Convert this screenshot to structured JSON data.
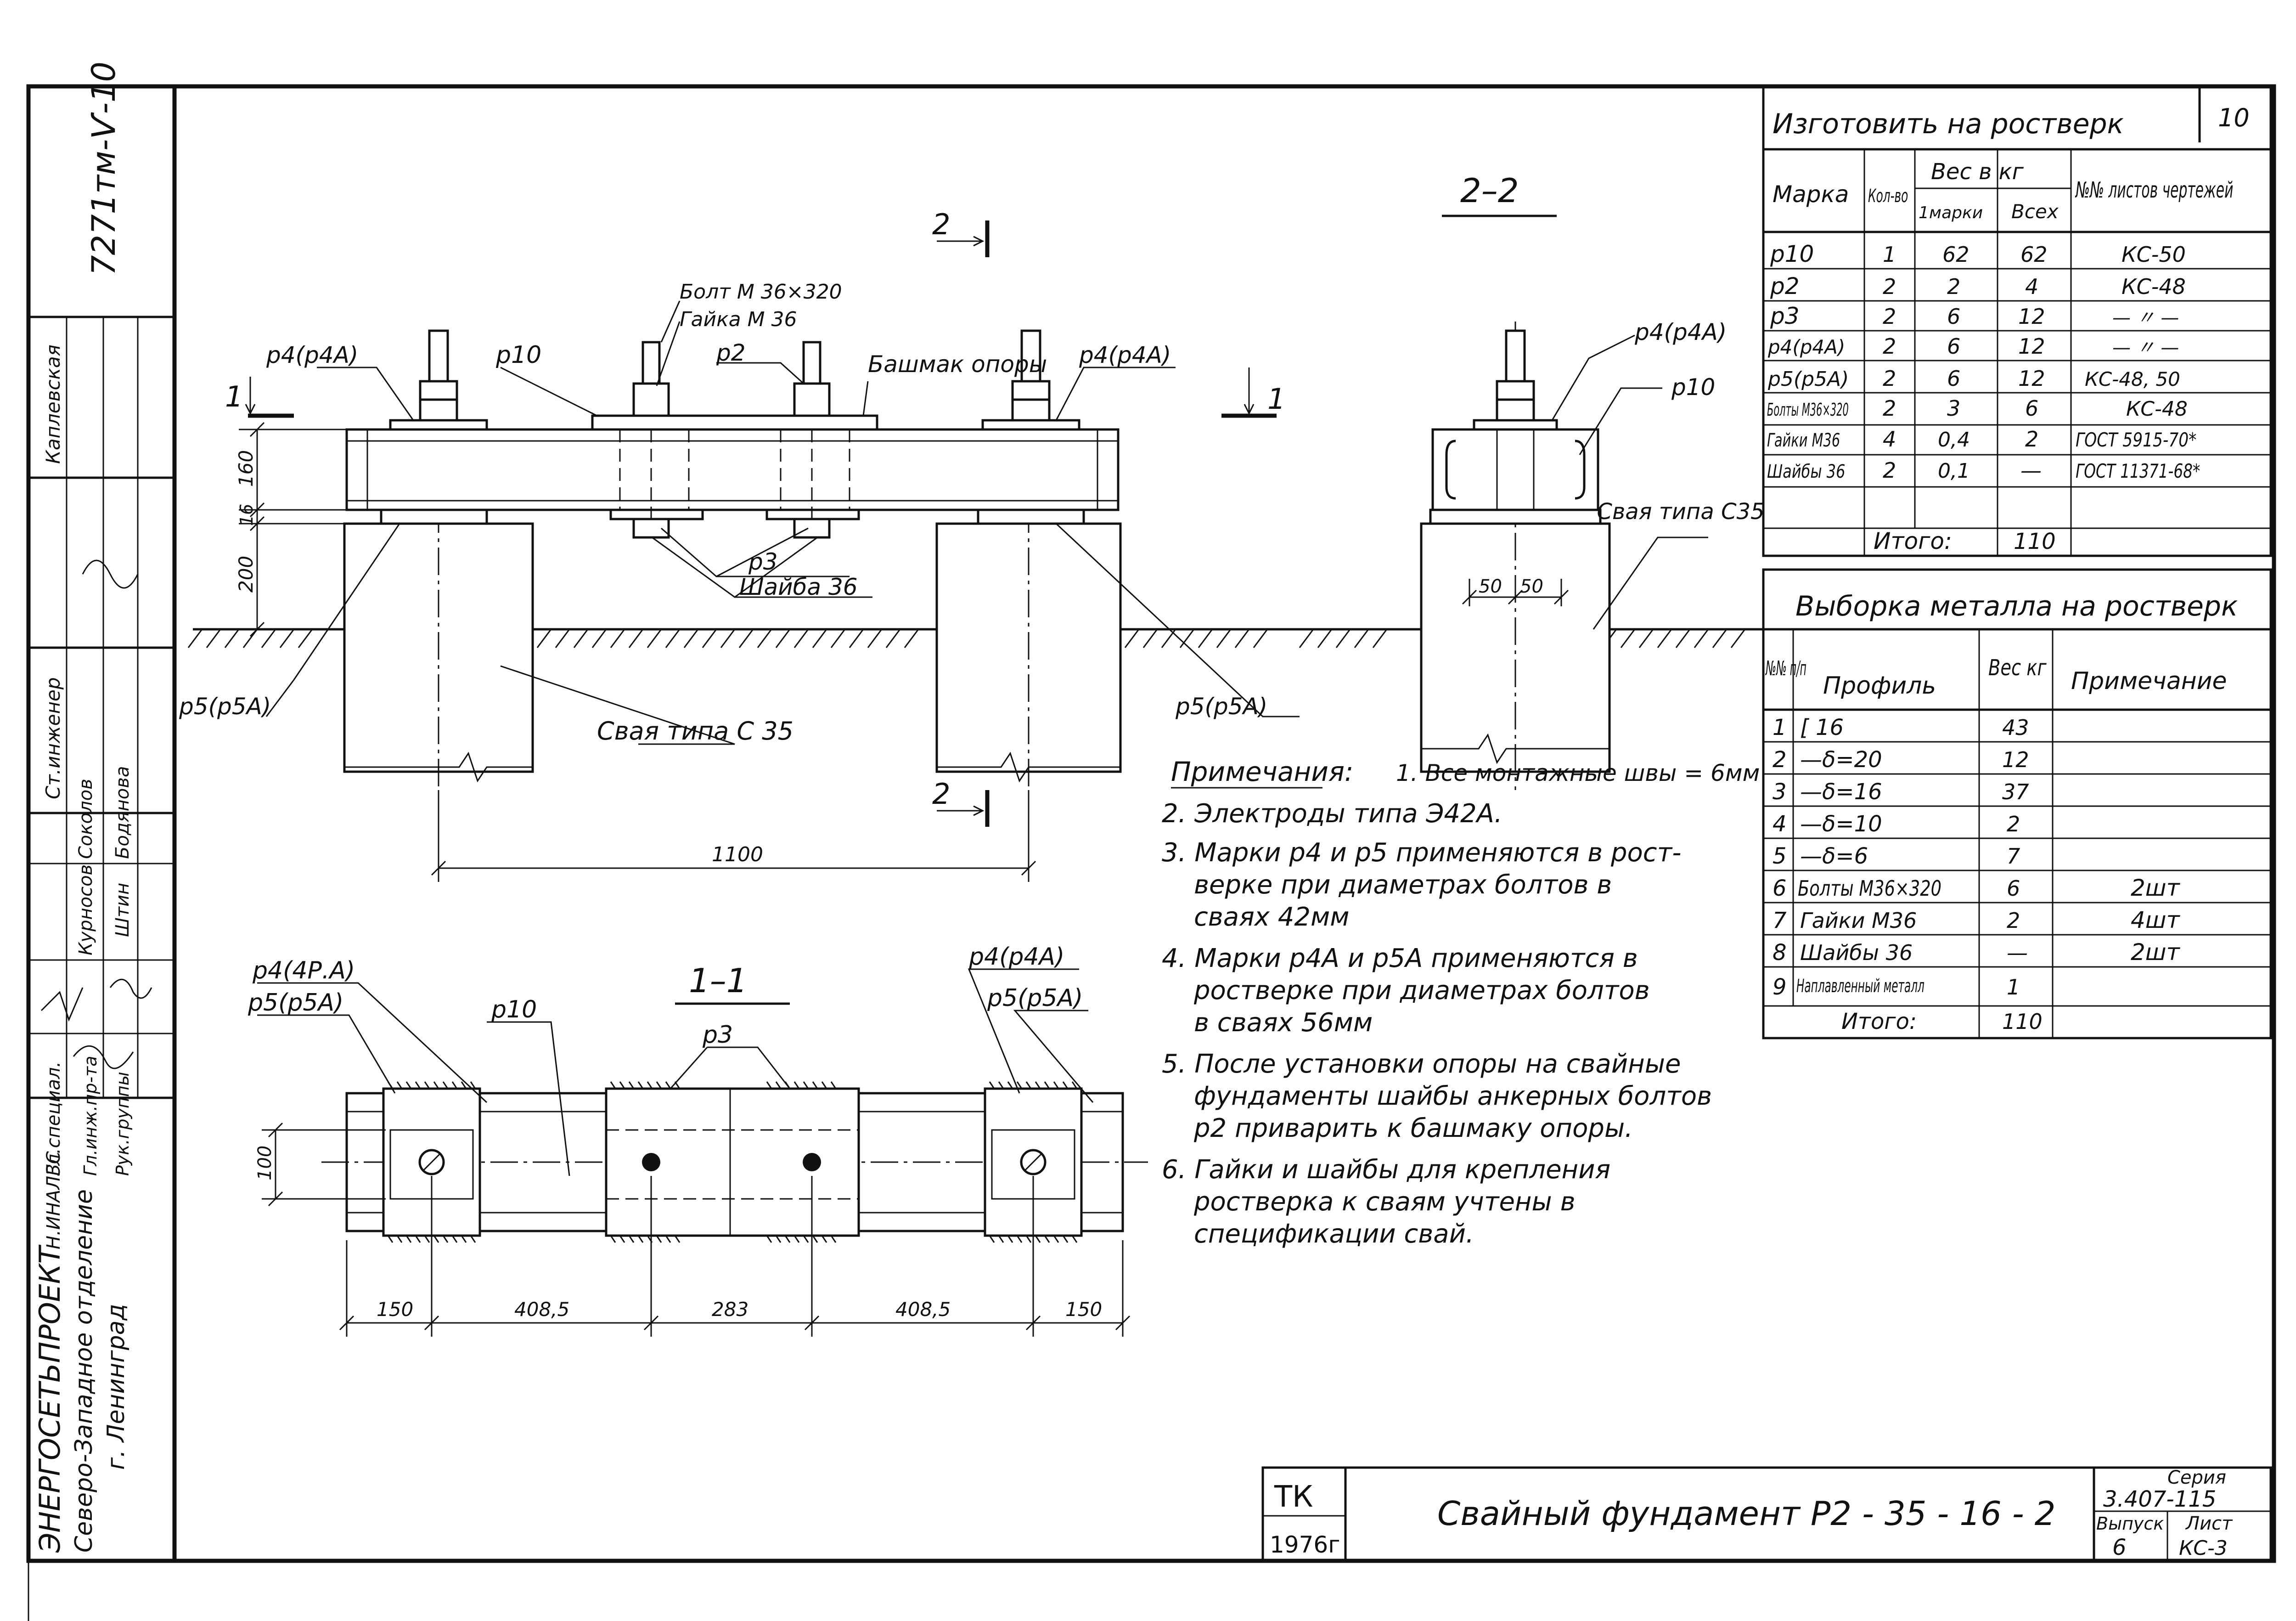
{
  "side_stamp": {
    "doc_no": "7271тм-Ѵ-10",
    "org_name": "ЭНЕРГОСЕТЬПРОЕКТ",
    "org_branch": "Северо-Западное отделение",
    "org_city": "г. Ленинград",
    "roles": [
      "Ст.инженер",
      "Гл.специал.",
      "Гл.инж.пр-та",
      "Рук.группы",
      "Н.ИНАЛЗС"
    ],
    "names": [
      "Каплевская",
      "Курносов",
      "Штин",
      "Соколов",
      "Бодянова"
    ]
  },
  "views": {
    "front": {
      "label_p4": "р4(р4А)",
      "label_p4_right": "р4(р4А)",
      "label_p10": "р10",
      "label_bolt": "Болт М 36×320",
      "label_nut": "Гайка М 36",
      "label_p2": "р2",
      "label_shoe": "Башмак опоры",
      "label_p3": "р3",
      "label_washer": "Шайба 36",
      "label_p5_left": "р5(р5А)",
      "label_p5_right": "р5(р5А)",
      "label_pile": "Свая типа  С 35",
      "dim_160": "160",
      "dim_16": "16",
      "dim_200": "200",
      "dim_1100": "1100",
      "cut_1": "1",
      "cut_2": "2"
    },
    "section_2_2": {
      "title": "2–2",
      "label_p4": "р4(р4А)",
      "label_p10": "р10",
      "label_pile": "Свая типа С35",
      "dim_50a": "50",
      "dim_50b": "50"
    },
    "section_1_1": {
      "title": "1–1",
      "label_p4_left": "р4(4Р.А)",
      "label_p5_left": "р5(р5А)",
      "label_p10": "р10",
      "label_p3": "р3",
      "label_p4_right": "р4(р4А)",
      "label_p5_right": "р5(р5А)",
      "dim_100": "100",
      "dims": [
        "150",
        "408,5",
        "283",
        "408,5",
        "150"
      ]
    }
  },
  "notes": {
    "heading": "Примечания:",
    "items": [
      "1. Все монтажные швы = 6мм",
      "2. Электроды типа  Э42А.",
      "3. Марки  р4 и р5  применяются  в рост-",
      "верке  при  диаметрах  болтов  в",
      "сваях  42мм",
      "4. Марки  р4А  и  р5А  применяются  в",
      "ростверке  при  диаметрах  болтов",
      "в  сваях  56мм",
      "5. После  установки  опоры на  свайные",
      "фундаменты  шайбы  анкерных  болтов",
      "р2  приварить  к  башмаку  опоры.",
      "6. Гайки  и  шайбы  для  крепления",
      "ростверка  к  сваям  учтены  в",
      "спецификации  свай."
    ]
  },
  "spec_table": {
    "title": "Изготовить на ростверк",
    "sheet_no": "10",
    "headers": {
      "mark": "Марка",
      "qty": "Кол-во",
      "weight": "Вес в кг",
      "one": "1марки",
      "all": "Всех",
      "sheets": "№№ листов чертежей"
    },
    "rows": [
      [
        "р10",
        "1",
        "62",
        "62",
        "КС-50"
      ],
      [
        "р2",
        "2",
        "2",
        "4",
        "КС-48"
      ],
      [
        "р3",
        "2",
        "6",
        "12",
        "— 〃 —"
      ],
      [
        "р4(р4А)",
        "2",
        "6",
        "12",
        "— 〃 —"
      ],
      [
        "р5(р5А)",
        "2",
        "6",
        "12",
        "КС-48, 50"
      ],
      [
        "Болты М36×320",
        "2",
        "3",
        "6",
        "КС-48"
      ],
      [
        "Гайки М36",
        "4",
        "0,4",
        "2",
        "ГОСТ 5915-70*"
      ],
      [
        "Шайбы 36",
        "2",
        "0,1",
        "—",
        "ГОСТ 11371-68*"
      ]
    ],
    "total_label": "Итого:",
    "total_value": "110"
  },
  "metal_table": {
    "title": "Выборка металла на ростверк",
    "headers": {
      "no": "№№ п/п",
      "profile": "Профиль",
      "weight": "Вес кг",
      "note": "Примечание"
    },
    "rows": [
      [
        "1",
        "[ 16",
        "43",
        ""
      ],
      [
        "2",
        "—δ=20",
        "12",
        ""
      ],
      [
        "3",
        "—δ=16",
        "37",
        ""
      ],
      [
        "4",
        "—δ=10",
        "2",
        ""
      ],
      [
        "5",
        "—δ=6",
        "7",
        ""
      ],
      [
        "6",
        "Болты М36×320",
        "6",
        "2шт"
      ],
      [
        "7",
        "Гайки М36",
        "2",
        "4шт"
      ],
      [
        "8",
        "Шайбы 36",
        "—",
        "2шт"
      ],
      [
        "9",
        "Наплавленный металл",
        "1",
        ""
      ]
    ],
    "total_label": "Итого:",
    "total_value": "110"
  },
  "title_block": {
    "tk": "ТК",
    "year": "1976г",
    "title": "Свайный  фундамент  Р2 - 35 - 16 - 2",
    "series_label": "Серия",
    "series_value": "3.407-115",
    "issue_label": "Выпуск",
    "issue_value": "6",
    "sheet_label": "Лист",
    "sheet_value": "КС-3"
  }
}
